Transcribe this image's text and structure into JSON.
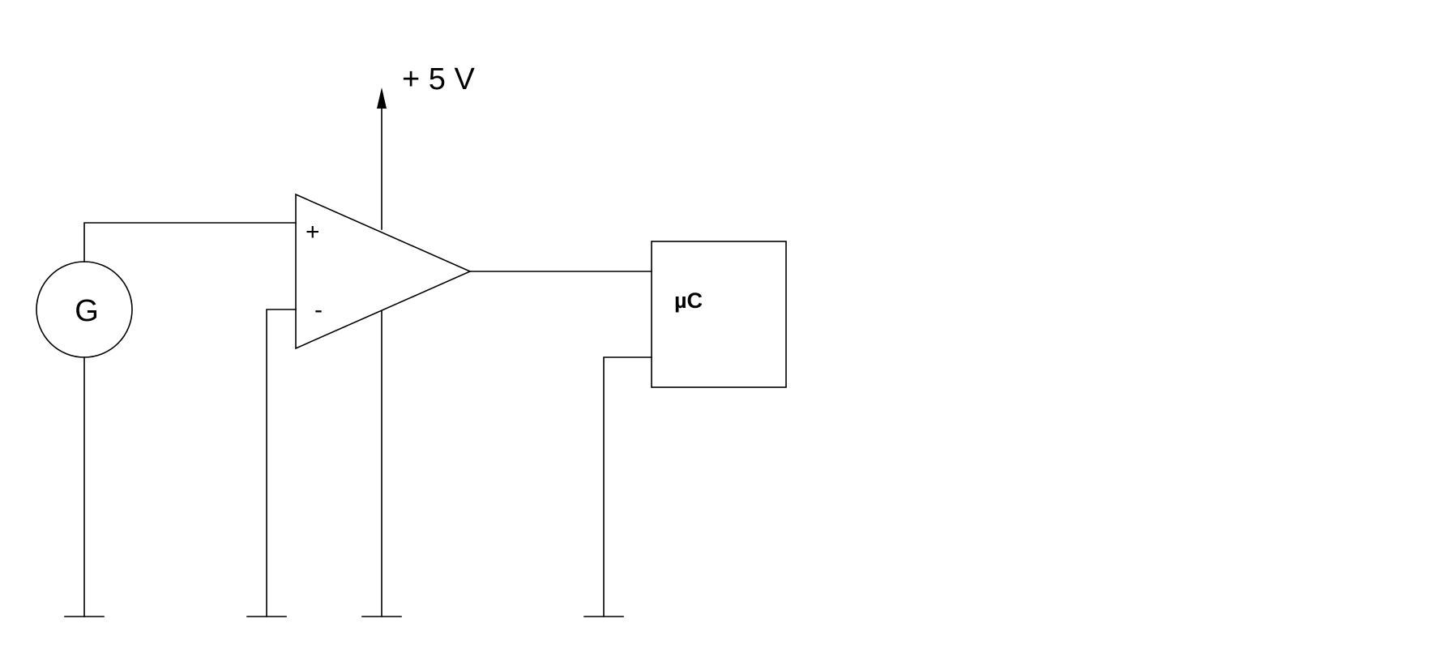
{
  "diagram": {
    "supply_label": "+ 5 V",
    "generator_label": "G",
    "opamp_plus_label": "+",
    "opamp_minus_label": "-",
    "mcu_label": "µC",
    "colors": {
      "stroke": "#000000",
      "background": "#ffffff"
    }
  }
}
